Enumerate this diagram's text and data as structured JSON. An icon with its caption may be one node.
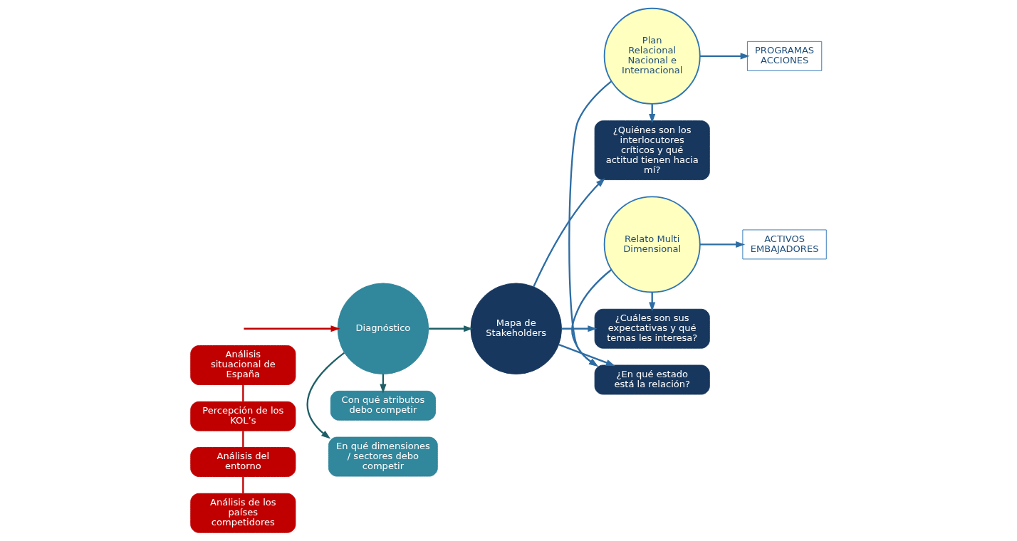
{
  "diagram": {
    "nodes": [
      {
        "text": [
          "Análisis situacional de España"
        ]
      },
      {
        "text": [
          "Percepción de los KOL’s"
        ]
      },
      {
        "text": [
          "Análisis del entorno"
        ]
      },
      {
        "text": [
          "Análisis de los países competidores"
        ]
      },
      {
        "text": [
          "En qué dimensiones / sectores debo competir"
        ]
      },
      {
        "text": [
          "Diagnóstico"
        ]
      },
      {
        "text": [
          "Con qué atributos debo competir"
        ]
      },
      {
        "text": [
          "Mapa de Stakeholders"
        ]
      },
      {
        "text": [
          "¿Quiénes son los interlocutores críticos y qué actitud tienen hacia mí?"
        ]
      },
      {
        "text": [
          "Plan Relacional Nacional e Internacional"
        ]
      },
      {
        "text": [
          "PROGRAMAS ACCIONES"
        ]
      },
      {
        "text": [
          "¿En qué estado está la relación?"
        ]
      },
      {
        "text": [
          "¿Cuáles son sus expectativas y qué temas les interesa?"
        ]
      },
      {
        "text": [
          "Relato Multi Dimensional"
        ]
      },
      {
        "text": [
          "ACTIVOS EMBAJADORES"
        ]
      }
    ],
    "edges": [
      {
        "from": 0,
        "to": 1,
        "arrow": "none",
        "color": "#c00000"
      },
      {
        "from": 1,
        "to": 2,
        "arrow": "none",
        "color": "#c00000"
      },
      {
        "from": 2,
        "to": 3,
        "arrow": "none",
        "color": "#c00000"
      },
      {
        "from": null,
        "to": 5,
        "arrow": "to",
        "color": "#c00000"
      },
      {
        "from": 5,
        "to": 4,
        "arrow": "to",
        "color": "#1f5f66"
      },
      {
        "from": 5,
        "to": 6,
        "arrow": "to",
        "color": "#1f5f66"
      },
      {
        "from": 5,
        "to": 7,
        "arrow": "to",
        "color": "#1f5f66"
      },
      {
        "from": 7,
        "to": 8,
        "arrow": "to"
      },
      {
        "from": 7,
        "to": 11,
        "arrow": "to"
      },
      {
        "from": 7,
        "to": 12,
        "arrow": "to"
      },
      {
        "from": 9,
        "to": 8,
        "arrow": "to"
      },
      {
        "from": 9,
        "to": 10,
        "arrow": "to"
      },
      {
        "from": 9,
        "to": 11,
        "arrow": "to"
      },
      {
        "from": 13,
        "to": 12,
        "arrow": "to"
      },
      {
        "from": 13,
        "to": 14,
        "arrow": "to"
      },
      {
        "from": 13,
        "to": 11,
        "arrow": "to"
      }
    ]
  }
}
